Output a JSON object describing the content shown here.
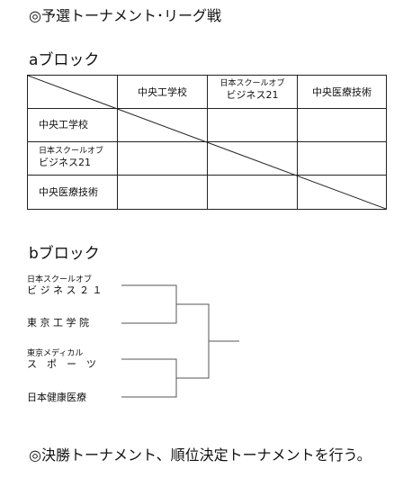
{
  "heading_top": "◎予選トーナメント･リーグ戦",
  "block_a": {
    "title": "aブロック",
    "col_headers": [
      {
        "line1": "中央工学校",
        "line2": ""
      },
      {
        "line1": "日本スクールオブ",
        "line2": "ビジネス21"
      },
      {
        "line1": "中央医療技術",
        "line2": ""
      }
    ],
    "row_headers": [
      {
        "line1": "中央工学校",
        "line2": ""
      },
      {
        "line1": "日本スクールオブ",
        "line2": "ビジネス21"
      },
      {
        "line1": "中央医療技術",
        "line2": ""
      }
    ]
  },
  "block_b": {
    "title": "bブロック",
    "teams": [
      {
        "line1": "日本スクールオブ",
        "line2": "ビ ジ ネ ス ２ １"
      },
      {
        "line1": "東 京 工 学 院",
        "line2": ""
      },
      {
        "line1": "東京メディカル",
        "line2": "ス　ポ　ー　ツ"
      },
      {
        "line1": "日本健康医療",
        "line2": ""
      }
    ]
  },
  "heading_bottom": "◎決勝トーナメント、順位決定トーナメントを行う。"
}
